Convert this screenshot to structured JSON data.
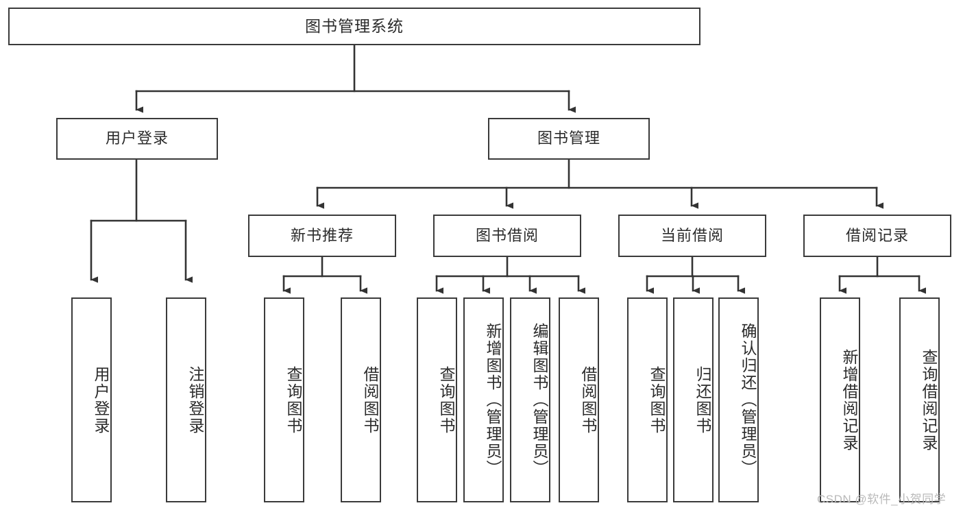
{
  "diagram": {
    "title": "图书管理系统",
    "type": "hierarchy-tree",
    "root": {
      "label": "图书管理系统"
    },
    "level2": [
      {
        "label": "用户登录"
      },
      {
        "label": "图书管理"
      }
    ],
    "level3": [
      {
        "label": "新书推荐"
      },
      {
        "label": "图书借阅"
      },
      {
        "label": "当前借阅"
      },
      {
        "label": "借阅记录"
      }
    ],
    "leaves": {
      "user_login": [
        {
          "label": "用户登录"
        },
        {
          "label": "注销登录"
        }
      ],
      "new_book": [
        {
          "label": "查询图书"
        },
        {
          "label": "借阅图书"
        }
      ],
      "book_borrow": [
        {
          "label": "查询图书"
        },
        {
          "label": "新增图书（管理员）"
        },
        {
          "label": "编辑图书（管理员）"
        },
        {
          "label": "借阅图书"
        }
      ],
      "current_borrow": [
        {
          "label": "查询图书"
        },
        {
          "label": "归还图书"
        },
        {
          "label": "确认归还（管理员）"
        }
      ],
      "borrow_record": [
        {
          "label": "新增借阅记录"
        },
        {
          "label": "查询借阅记录"
        }
      ]
    }
  },
  "watermark": {
    "text": "CSDN @软件_小贺同学"
  },
  "colors": {
    "border": "#3a3a3a",
    "background": "#ffffff",
    "text": "#2b2b2b",
    "watermark": "#b9b9b9"
  }
}
